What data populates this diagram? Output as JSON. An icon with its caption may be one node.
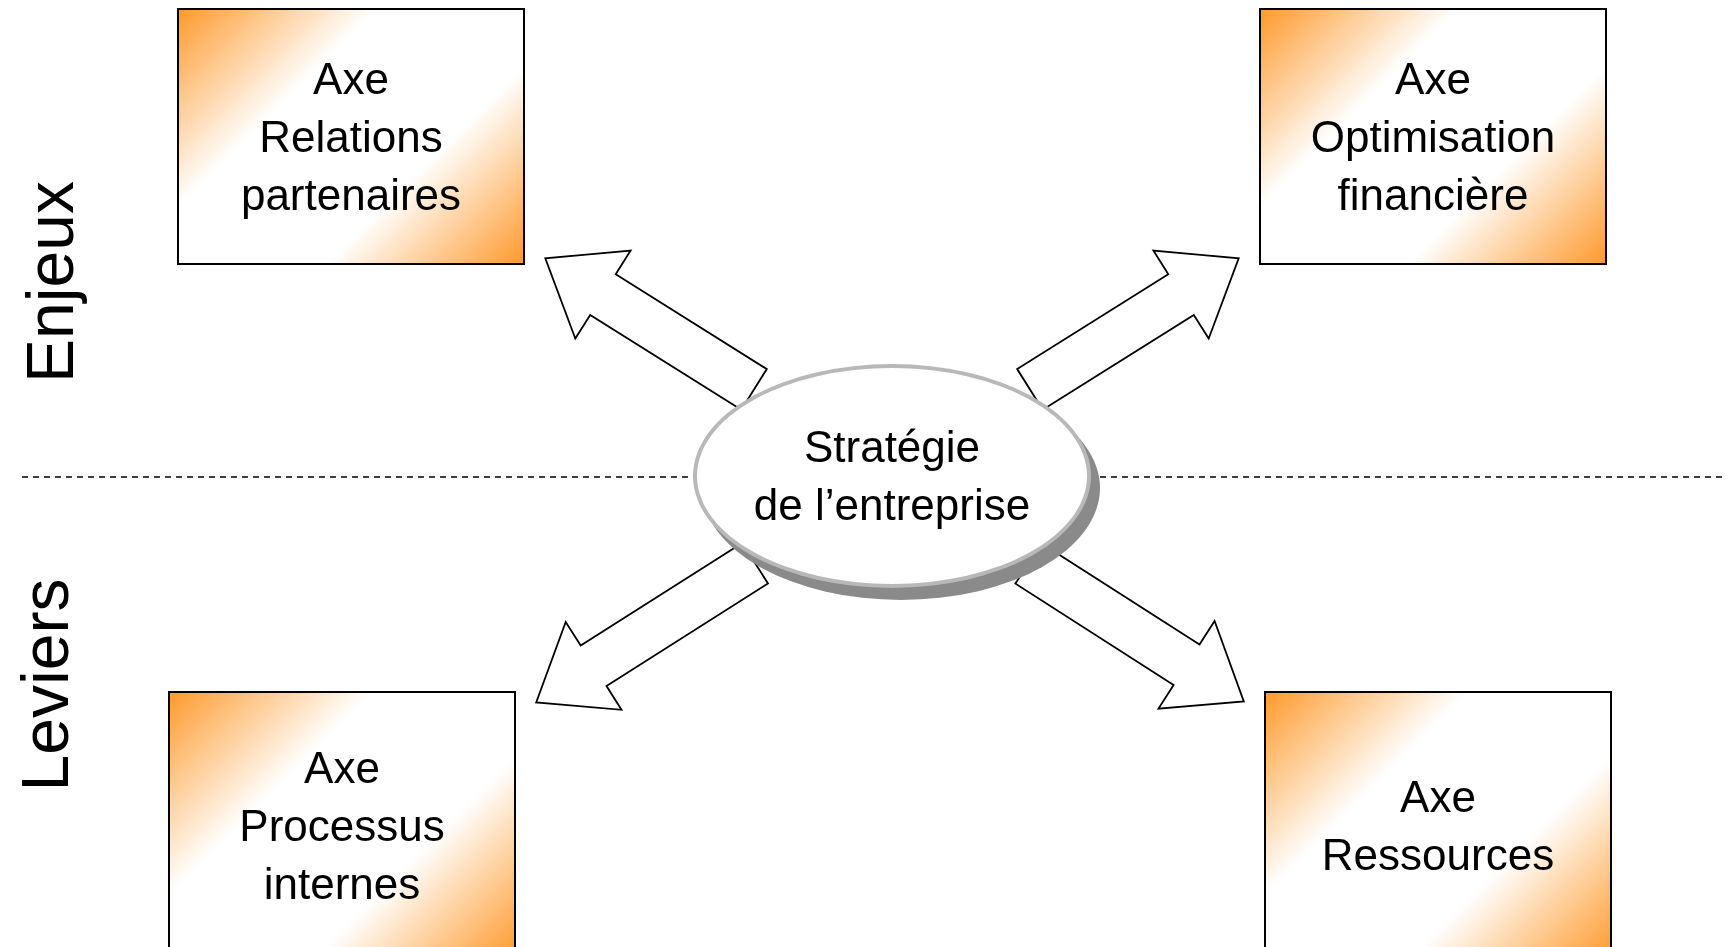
{
  "diagram": {
    "nodes": [
      {
        "text": [
          "Axe",
          "Relations partenaires"
        ]
      },
      {
        "text": [
          "Axe",
          "Optimisation financière"
        ]
      },
      {
        "text": [
          "Stratégie",
          "de l’entreprise"
        ]
      },
      {
        "text": [
          "Axe",
          "Processus internes"
        ]
      },
      {
        "text": [
          "Axe",
          "Ressources"
        ]
      }
    ],
    "edges": [
      {
        "from": 2,
        "to": 0,
        "arrow": "to"
      },
      {
        "from": 2,
        "to": 1,
        "arrow": "to"
      },
      {
        "from": 2,
        "to": 3,
        "arrow": "to"
      },
      {
        "from": 2,
        "to": 4,
        "arrow": "to"
      }
    ],
    "labels": [
      "Enjeux",
      "Leviers"
    ]
  }
}
